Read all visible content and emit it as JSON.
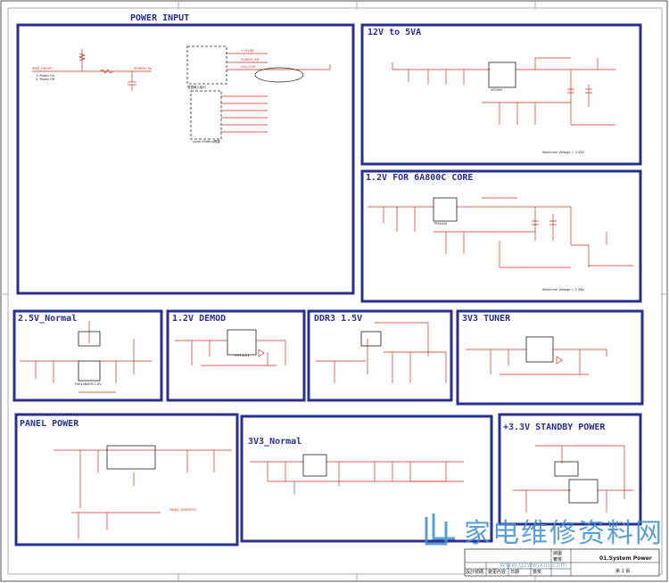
{
  "blocks": {
    "power_input": "POWER INPUT",
    "v12_to_5va": "12V to 5VA",
    "v12_core": "1.2V FOR 6A800C CORE",
    "v25_normal": "2.5V_Normal",
    "v12_demod": "1.2V  DEMOD",
    "ddr3": "DDR3 1.5V",
    "v3v3_tuner": "3V3 TUNER",
    "panel_power": "PANEL POWER",
    "v3v3_normal": "3V3_Normal",
    "standby": "+3.3V STANDBY POWER"
  },
  "notes": {
    "level_shift": "Level Shifting電路",
    "vout_5va": "Maximum Voltage = 5.45V",
    "vout_core": "Maximum Voltage = 1.26V"
  },
  "title_block": {
    "sheet_name": "01.System Power",
    "sheet_no": "第 1 張",
    "drawer": "繪圖",
    "checker": "審核",
    "col1": "設計號碼",
    "col2": "變更內容",
    "col3": "日期",
    "col4": "簽核"
  },
  "watermark": {
    "text": "家电维修资料网",
    "url": "www.gzweixiu.com"
  },
  "colors": {
    "frame": "#2a2f8f",
    "wire": "#c2331f",
    "watermark": "#3f8fd0"
  }
}
